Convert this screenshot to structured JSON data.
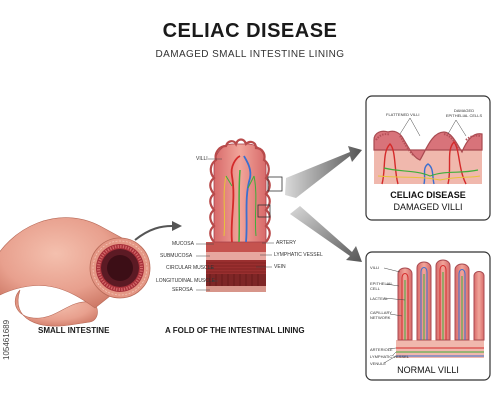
{
  "header": {
    "title": "CELIAC DISEASE",
    "subtitle": "DAMAGED SMALL INTESTINE LINING"
  },
  "captions": {
    "small_intestine": "SMALL INTESTINE",
    "fold": "A FOLD OF THE INTESTINAL LINING"
  },
  "fold_labels": {
    "villi": "VILLI",
    "mucosa": "MUCOSA",
    "submucosa": "SUBMUCOSA",
    "circular_muscle": "CIRCULAR MUSCLE",
    "longitudinal_muscle": "LONGITUDINAL MUSCLE",
    "serosa": "SEROSA",
    "artery": "ARTERY",
    "lymphatic_vessel": "LYMPHATIC VESSEL",
    "vein": "VEIN"
  },
  "damaged_panel": {
    "label_flattened": "FLATTENED VILLI",
    "label_damaged_cells": "DAMAGED EPITHELIAL CELLS",
    "caption_line1": "CELIAC DISEASE",
    "caption_line2": "DAMAGED VILLI"
  },
  "normal_panel": {
    "villi": "VILLI",
    "epithelial_cell": "EPITHELIAL CELL",
    "lacteal": "LACTEAL",
    "capillary_network": "CAPILLARY NETWORK",
    "arteriole": "ARTERIOLE",
    "lymphatic_vessel": "LYMPHATIC VESSEL",
    "venule": "VENULE",
    "caption": "NORMAL VILLI"
  },
  "watermark": "105461689",
  "colors": {
    "intestine_pink": "#e8a08e",
    "mucosa_red": "#b8474a",
    "artery_red": "#d42a2a",
    "vein_blue": "#3a6fd0",
    "lymph_green": "#3fae3a",
    "nerve_yellow": "#e8c23a",
    "muscle_dark": "#8a2a2a",
    "panel_border": "#333333"
  }
}
